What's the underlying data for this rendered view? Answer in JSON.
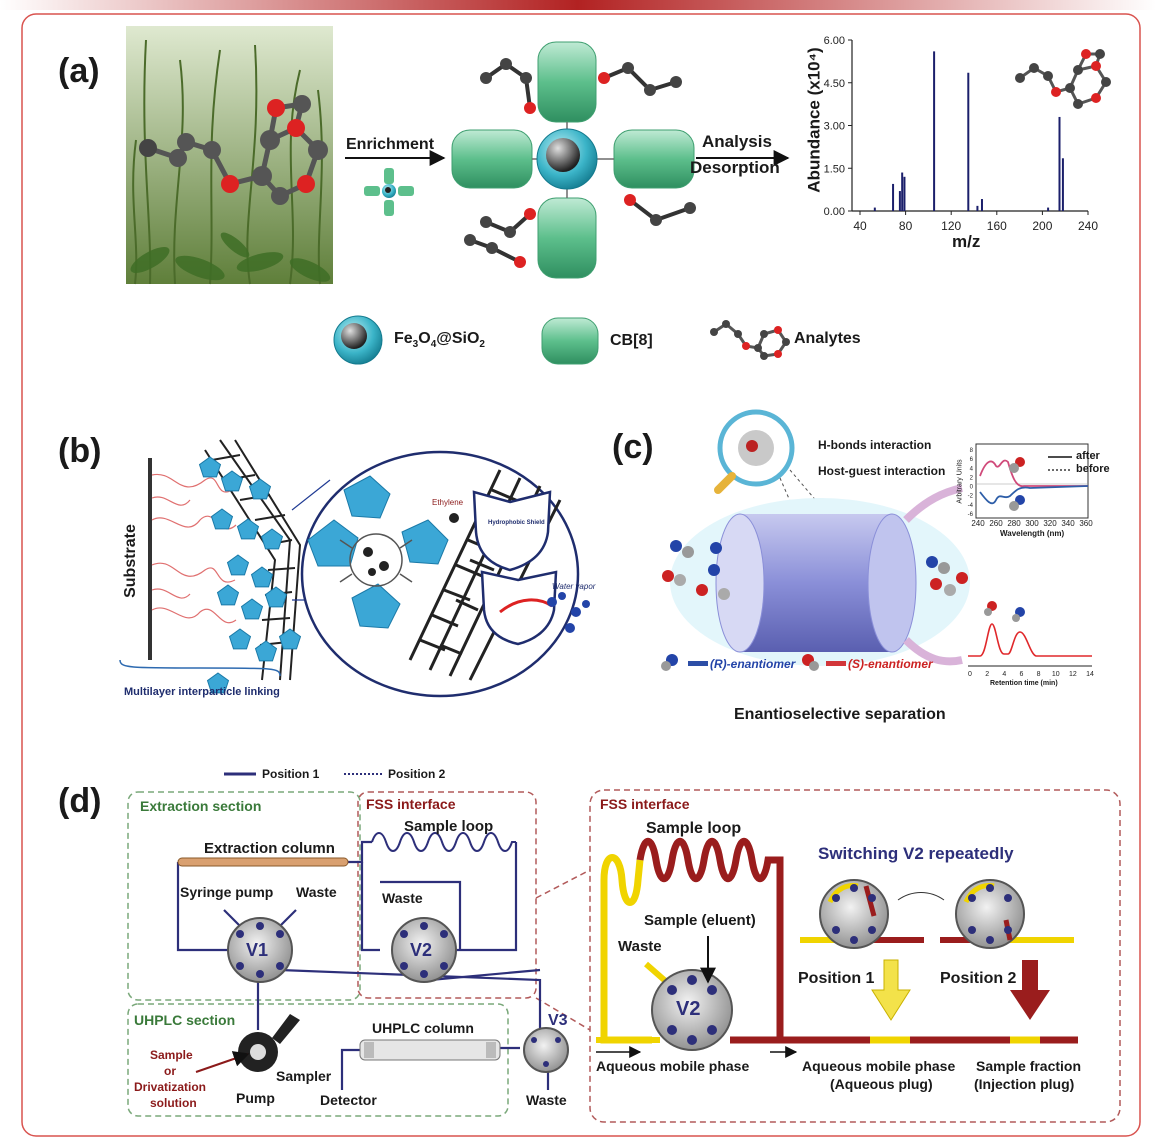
{
  "panel_a": {
    "label": "(a)",
    "arrow1": "Enrichment",
    "arrow2_top": "Analysis",
    "arrow2_bottom": "Desorption",
    "legend": {
      "item1": "Fe3O4@SiO2",
      "item2": "CB[8]",
      "item3": "Analytes"
    },
    "chart_data": {
      "type": "bar",
      "ylabel": "Abundance (x10⁴)",
      "xlabel": "m/z",
      "xlim": [
        40,
        240
      ],
      "ylim": [
        0,
        6.0
      ],
      "xticks": [
        "40",
        "80",
        "120",
        "160",
        "200",
        "240"
      ],
      "yticks": [
        "0.00",
        "1.50",
        "3.00",
        "4.50",
        "6.00"
      ],
      "peaks_x": [
        53,
        69,
        75,
        77,
        79,
        105,
        135,
        143,
        147,
        205,
        215,
        218
      ],
      "peaks_y": [
        0.12,
        0.95,
        0.7,
        1.35,
        1.2,
        5.6,
        4.85,
        0.18,
        0.42,
        0.12,
        3.3,
        1.85
      ]
    }
  },
  "panel_b": {
    "label": "(b)",
    "substrate": "Substrate",
    "ethylene": "Ethylene",
    "shield": "Hydrophobic Shield",
    "water": "Water vapor",
    "caption": "Multilayer interparticle linking"
  },
  "panel_c": {
    "label": "(c)",
    "hbond": "H-bonds interaction",
    "hostguest": "Host-guest interaction",
    "r_enant": "(R)-enantiomer",
    "s_enant": "(S)-enantiomer",
    "title": "Enantioselective separation",
    "cd_legend_after": "after",
    "cd_legend_before": "before",
    "cd_ylabel": "Arbitrary Units",
    "cd_xlabel": "Wavelength (nm)",
    "cd_xticks": [
      "240",
      "260",
      "280",
      "300",
      "320",
      "340",
      "360"
    ],
    "cd_yticks": [
      "8",
      "6",
      "4",
      "2",
      "0",
      "-2",
      "-4",
      "-6"
    ],
    "chrom_xlabel": "Retention time (min)",
    "chrom_xticks": [
      "0",
      "2",
      "4",
      "6",
      "8",
      "10",
      "12",
      "14"
    ]
  },
  "panel_d": {
    "label": "(d)",
    "pos1": "Position 1",
    "pos2": "Position 2",
    "extraction_section": "Extraction section",
    "fss_interface": "FSS interface",
    "fss_interface_2": "FSS interface",
    "sample_loop": "Sample loop",
    "sample_loop_2": "Sample loop",
    "extraction_column": "Extraction column",
    "syringe_pump": "Syringe pump",
    "waste1": "Waste",
    "waste2": "Waste",
    "waste3": "Waste",
    "waste4": "Waste",
    "v1": "V1",
    "v2": "V2",
    "v3": "V3",
    "uhplc_section": "UHPLC section",
    "uhplc_column": "UHPLC column",
    "sample_or": "Sample",
    "or": "or",
    "drivatization": "Drivatization",
    "solution": "solution",
    "sampler": "Sampler",
    "pump": "Pump",
    "detector": "Detector",
    "sample_eluent": "Sample (eluent)",
    "aqueous_mobile": "Aqueous mobile phase",
    "switching": "Switching V2 repeatedly",
    "position1": "Position 1",
    "position2": "Position 2",
    "aq_plug_l1": "Aqueous mobile phase",
    "aq_plug_l2": "(Aqueous plug)",
    "sf_l1": "Sample fraction",
    "sf_l2": "(Injection plug)"
  },
  "colors": {
    "frame": "#c0392b",
    "navy": "#2d2f7a",
    "darkred": "#8b1a1a",
    "green": "#3a7a3a",
    "teal": "#58c7bf"
  }
}
